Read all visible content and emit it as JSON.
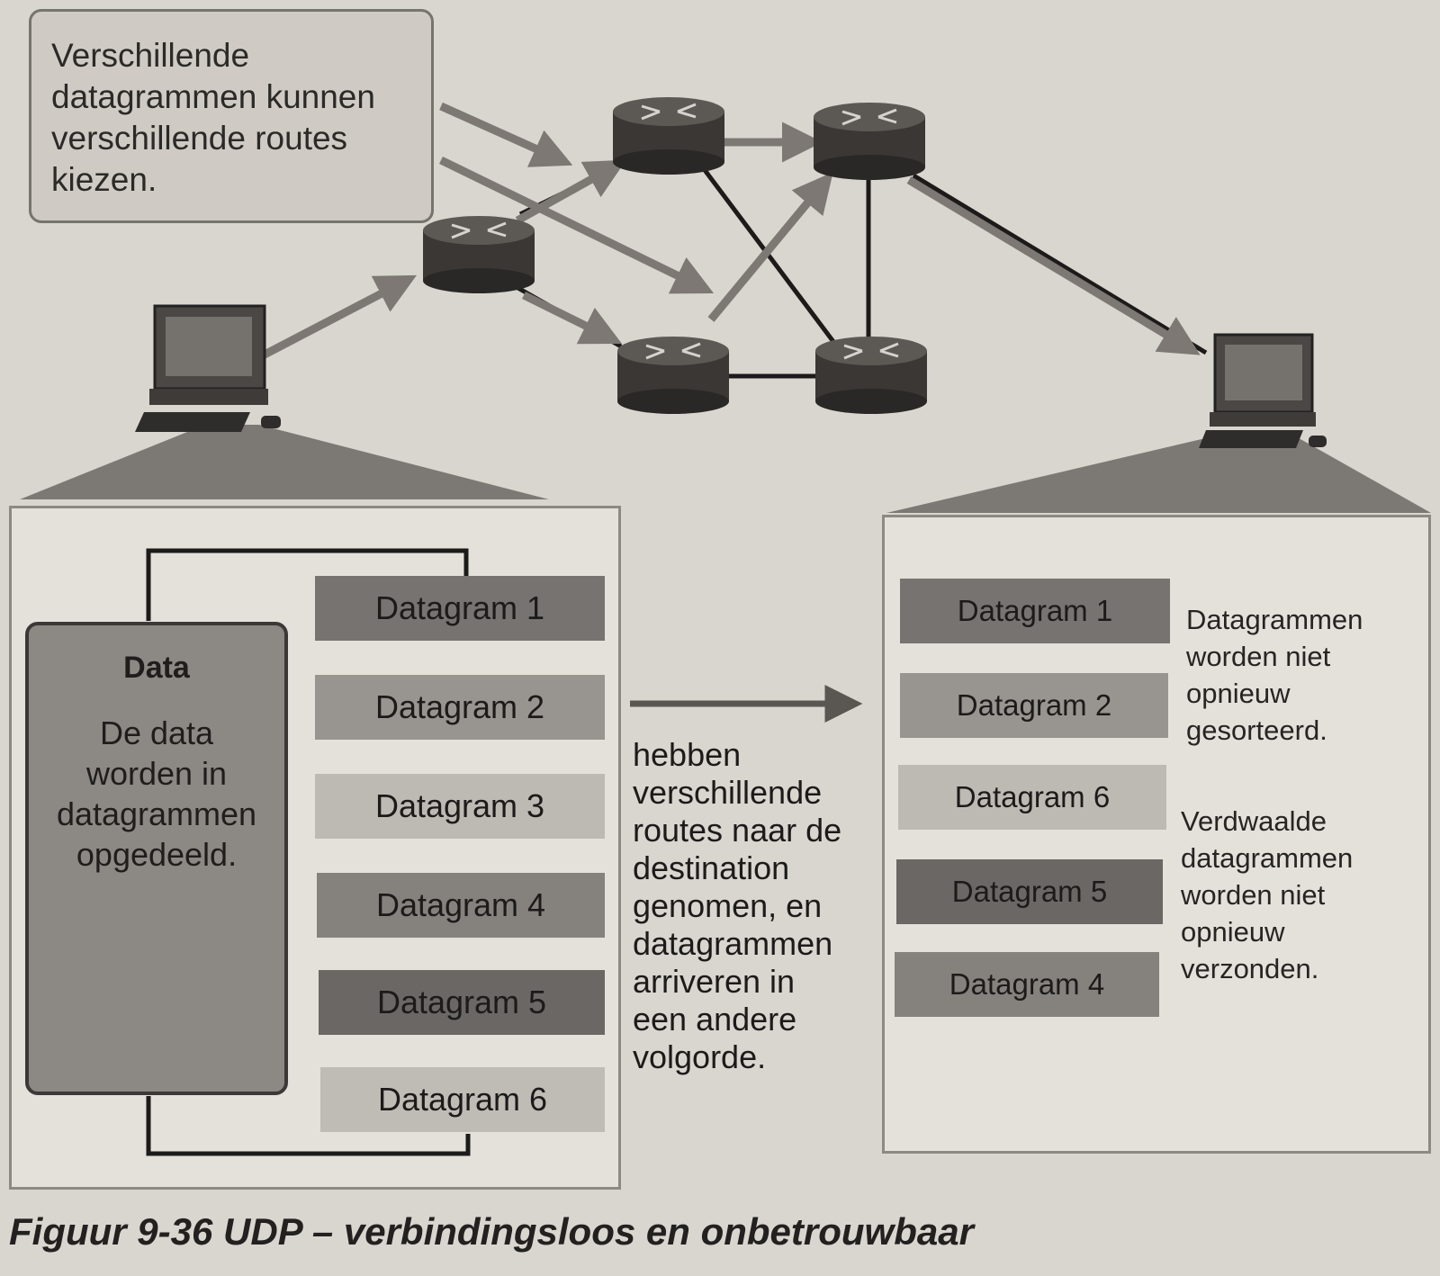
{
  "callout": {
    "line1": "Verschillende",
    "line2": "datagrammen kunnen",
    "line3": "verschillende routes",
    "line4": "kiezen."
  },
  "data_block": {
    "title": "Data",
    "line1": "De data",
    "line2": "worden in",
    "line3": "datagrammen",
    "line4": "opgedeeld."
  },
  "sender_datagrams": [
    "Datagram 1",
    "Datagram 2",
    "Datagram 3",
    "Datagram 4",
    "Datagram 5",
    "Datagram 6"
  ],
  "middle_text": [
    "hebben",
    "verschillende",
    "routes naar de",
    "destination",
    "genomen, en",
    "datagrammen",
    "arriveren in",
    "een andere",
    "volgorde."
  ],
  "receiver_datagrams": [
    "Datagram 1",
    "Datagram 2",
    "Datagram 6",
    "Datagram 5",
    "Datagram 4"
  ],
  "note_unsorted": [
    "Datagrammen",
    "worden niet",
    "opnieuw",
    "gesorteerd."
  ],
  "note_lost": [
    "Verdwaalde",
    "datagrammen",
    "worden niet",
    "opnieuw",
    "verzonden."
  ],
  "caption": "Figuur 9-36  UDP – verbindingsloos en onbetrouwbaar",
  "colors": {
    "router": "#3a3735",
    "arrow": "#7d7873",
    "link": "#1d1b1a"
  }
}
